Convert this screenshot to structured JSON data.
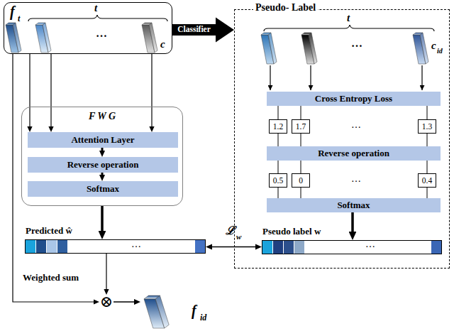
{
  "diagram": {
    "nodes": [
      {
        "text": [
          "f",
          "t"
        ]
      },
      {
        "text": [
          "Pseudo- Label"
        ]
      },
      {
        "text": [
          "F W G"
        ]
      },
      {
        "text": [
          "Attention Layer"
        ],
        "in": 2
      },
      {
        "text": [
          "Reverse operation"
        ],
        "in": 2
      },
      {
        "text": [
          "Softmax"
        ],
        "in": 2
      },
      {
        "text": [
          "Cross Entropy Loss"
        ],
        "in": 1
      },
      {
        "text": [
          "1.2"
        ],
        "in": 1
      },
      {
        "text": [
          "1.7"
        ],
        "in": 1
      },
      {
        "text": [
          "1.3"
        ],
        "in": 1
      },
      {
        "text": [
          "Reverse operation"
        ],
        "in": 1
      },
      {
        "text": [
          "0.5"
        ],
        "in": 1
      },
      {
        "text": [
          "0"
        ],
        "in": 1
      },
      {
        "text": [
          "0.4"
        ],
        "in": 1
      },
      {
        "text": [
          "Softmax"
        ],
        "in": 1
      },
      {
        "text": [
          "Predicted ŵ"
        ]
      },
      {
        "text": [
          "Pseudo label w"
        ],
        "in": 1
      },
      {
        "text": [
          "f",
          "id"
        ]
      },
      {
        "text": [
          "⊗"
        ]
      }
    ],
    "edges": [
      {
        "from": 0,
        "to": 1,
        "arrow": "to",
        "label": "Classifier"
      },
      {
        "from": 0,
        "to": 3,
        "arrow": "to"
      },
      {
        "from": 0,
        "to": 3,
        "arrow": "to"
      },
      {
        "from": 0,
        "to": 3,
        "arrow": "to"
      },
      {
        "from": 3,
        "to": 4,
        "arrow": "to"
      },
      {
        "from": 4,
        "to": 5,
        "arrow": "to"
      },
      {
        "from": 2,
        "to": 15,
        "arrow": "to"
      },
      {
        "from": 6,
        "to": 7,
        "arrow": "none"
      },
      {
        "from": 6,
        "to": 8,
        "arrow": "none"
      },
      {
        "from": 6,
        "to": 9,
        "arrow": "none"
      },
      {
        "from": 7,
        "to": 10,
        "arrow": "none"
      },
      {
        "from": 8,
        "to": 10,
        "arrow": "none"
      },
      {
        "from": 9,
        "to": 10,
        "arrow": "none"
      },
      {
        "from": 10,
        "to": 11,
        "arrow": "none"
      },
      {
        "from": 10,
        "to": 12,
        "arrow": "none"
      },
      {
        "from": 10,
        "to": 13,
        "arrow": "none"
      },
      {
        "from": 11,
        "to": 14,
        "arrow": "none"
      },
      {
        "from": 12,
        "to": 14,
        "arrow": "none"
      },
      {
        "from": 13,
        "to": 14,
        "arrow": "none"
      },
      {
        "from": 14,
        "to": 16,
        "arrow": "to"
      },
      {
        "from": 15,
        "to": 16,
        "arrow": "both"
      },
      {
        "from": 0,
        "to": 18,
        "arrow": "to"
      },
      {
        "from": 15,
        "to": 18,
        "arrow": "to"
      },
      {
        "from": 18,
        "to": 17,
        "arrow": "to"
      }
    ],
    "labels": [
      "t",
      "…",
      "c",
      "t",
      "…",
      "c",
      "id",
      "…",
      "…",
      "…",
      "…",
      "ℒ",
      "w",
      "Weighted sum"
    ]
  }
}
